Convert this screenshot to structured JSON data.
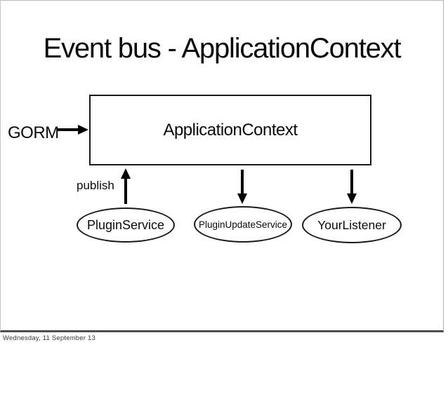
{
  "slide": {
    "title": "Event bus - ApplicationContext",
    "diagram": {
      "external_label": "GORM",
      "publish_label": "publish",
      "context_box_label": "ApplicationContext",
      "nodes": [
        {
          "label": "PluginService"
        },
        {
          "label": "PluginUpdateService"
        },
        {
          "label": "YourListener"
        }
      ],
      "icons": {
        "gorm_arrow": "arrow-right",
        "publish_arrow": "arrow-up",
        "event_arrow_1": "arrow-down",
        "event_arrow_2": "arrow-down"
      }
    }
  },
  "footer": {
    "date_label": "Wednesday, 11 September 13"
  },
  "colors": {
    "stroke": "#000000",
    "background": "#ffffff",
    "slide_border": "#b8b8b8",
    "slide_border_bottom": "#4f4f4f",
    "footer_text": "#3a3a3a"
  }
}
